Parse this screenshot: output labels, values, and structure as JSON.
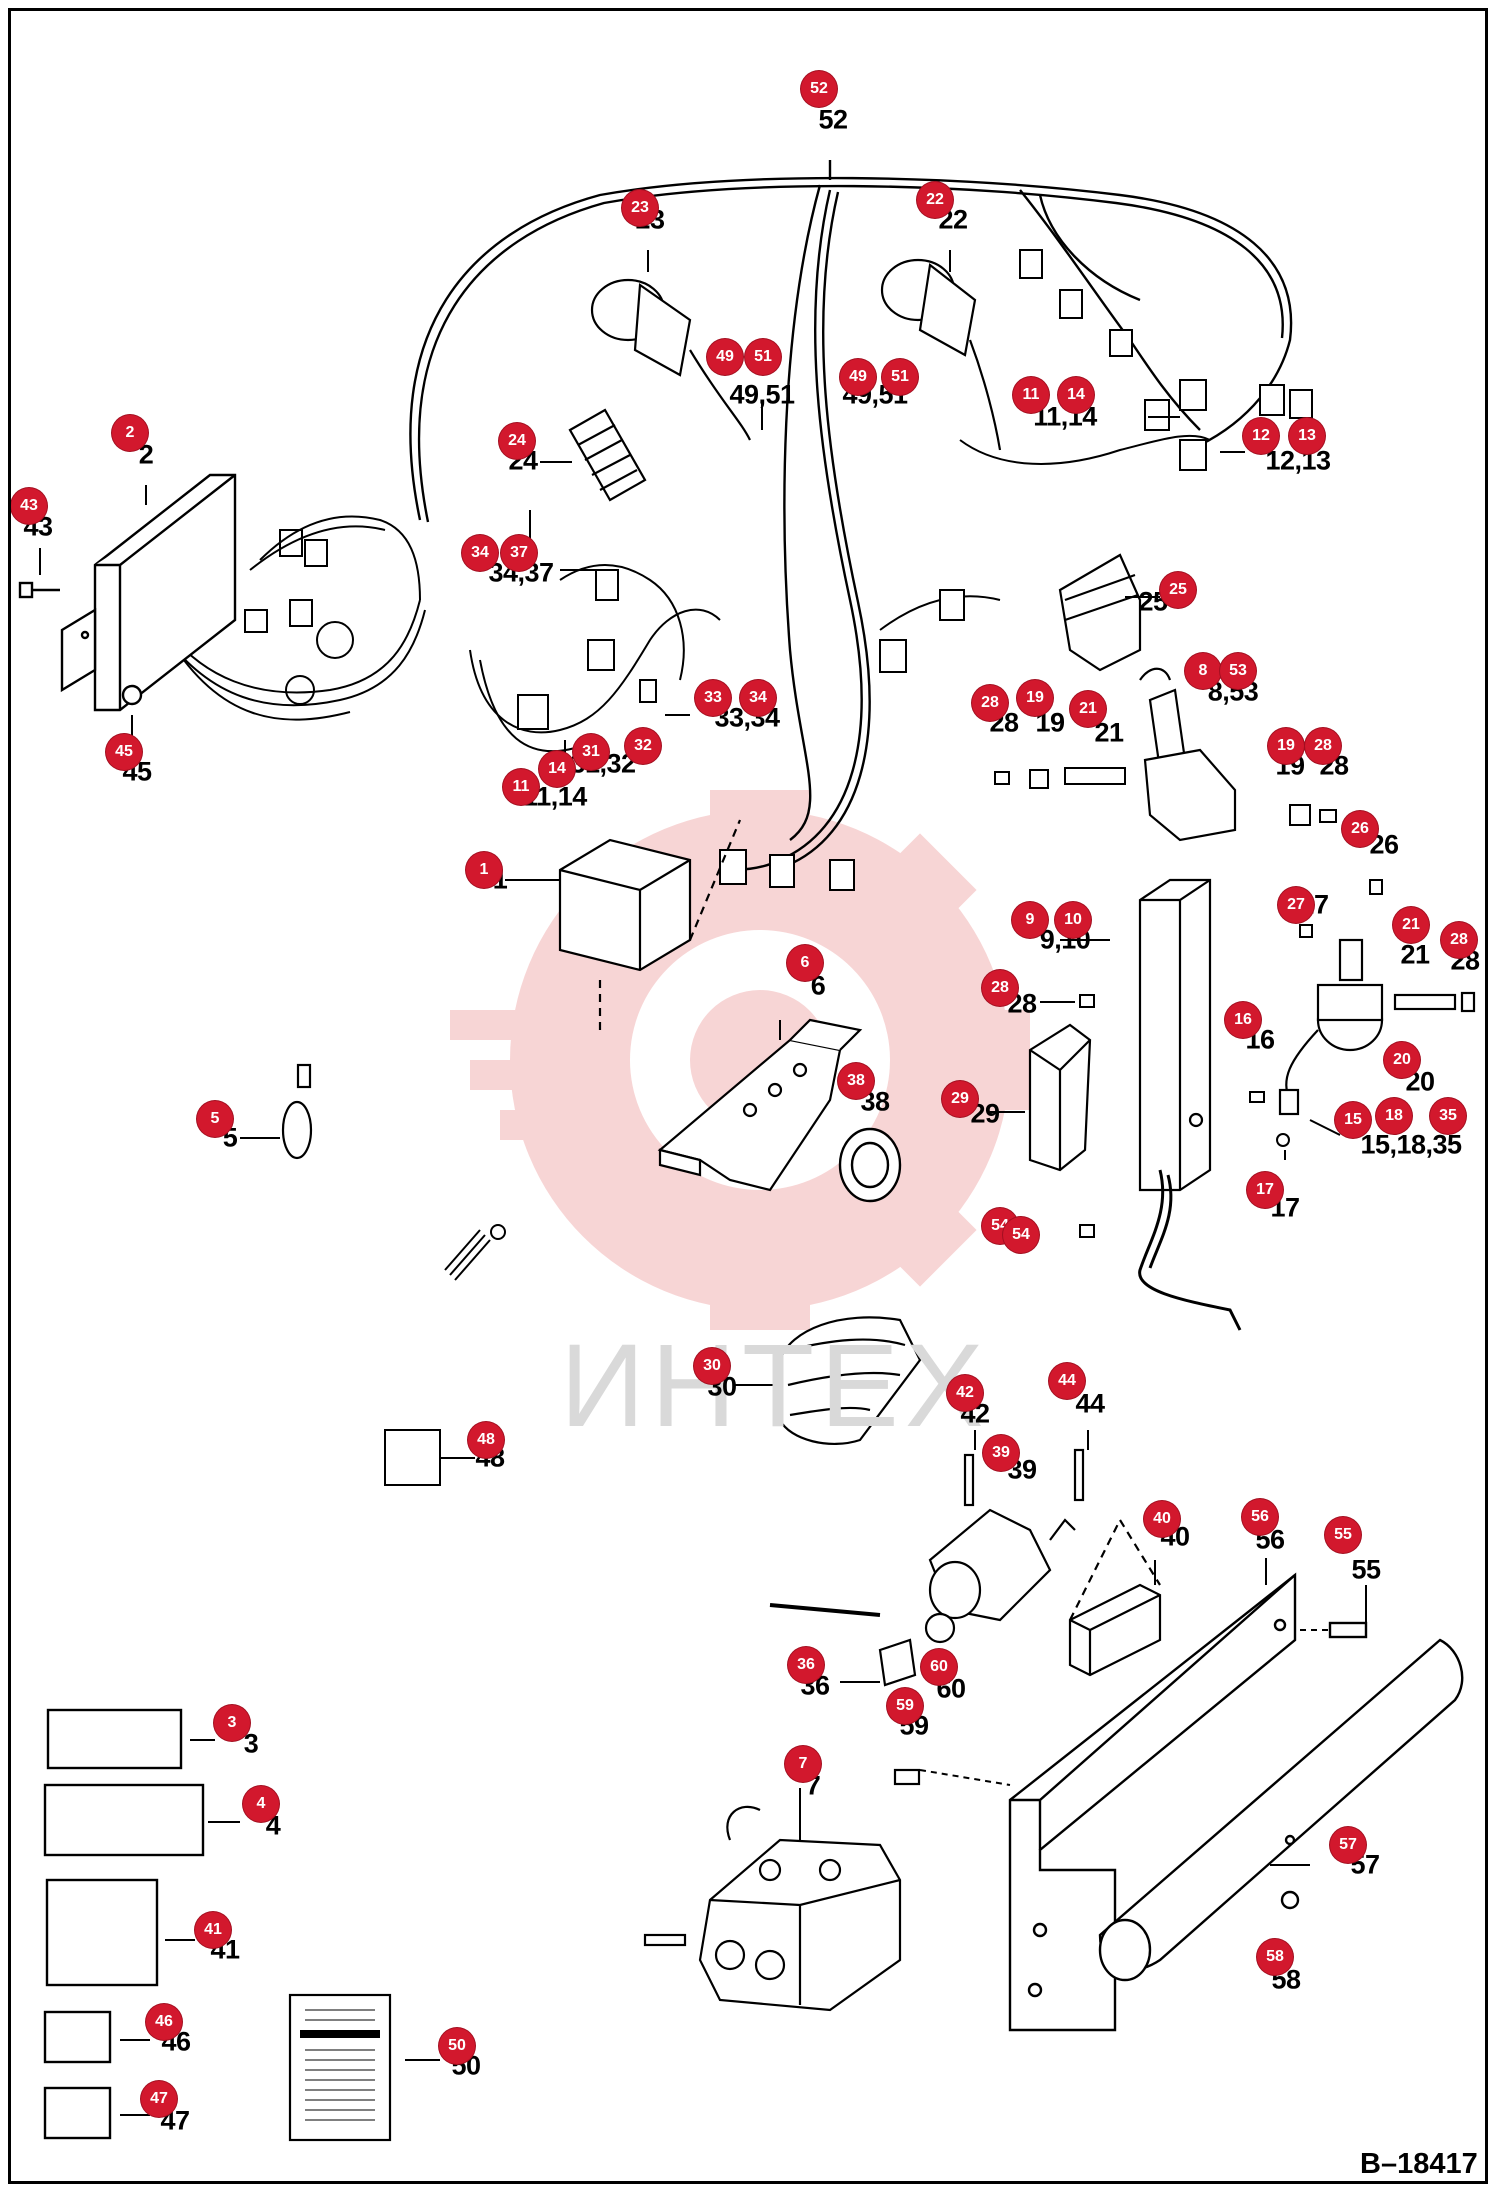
{
  "drawing_number": "B–18417",
  "watermark_text": "ИНТЕХ",
  "colors": {
    "callout": "#d2182d",
    "line": "#000000",
    "watermark": "#f6d0d0"
  },
  "callouts": [
    {
      "n": "52"
    },
    {
      "n": "23"
    },
    {
      "n": "22"
    },
    {
      "n": "49"
    },
    {
      "n": "51"
    },
    {
      "n": "49"
    },
    {
      "n": "51"
    },
    {
      "n": "2"
    },
    {
      "n": "43"
    },
    {
      "n": "24"
    },
    {
      "n": "11"
    },
    {
      "n": "14"
    },
    {
      "n": "12"
    },
    {
      "n": "13"
    },
    {
      "n": "34"
    },
    {
      "n": "37"
    },
    {
      "n": "25"
    },
    {
      "n": "8"
    },
    {
      "n": "53"
    },
    {
      "n": "33"
    },
    {
      "n": "34"
    },
    {
      "n": "28"
    },
    {
      "n": "19"
    },
    {
      "n": "21"
    },
    {
      "n": "31"
    },
    {
      "n": "32"
    },
    {
      "n": "45"
    },
    {
      "n": "11"
    },
    {
      "n": "14"
    },
    {
      "n": "19"
    },
    {
      "n": "28"
    },
    {
      "n": "26"
    },
    {
      "n": "1"
    },
    {
      "n": "9"
    },
    {
      "n": "10"
    },
    {
      "n": "27"
    },
    {
      "n": "21"
    },
    {
      "n": "28"
    },
    {
      "n": "6"
    },
    {
      "n": "28"
    },
    {
      "n": "16"
    },
    {
      "n": "20"
    },
    {
      "n": "38"
    },
    {
      "n": "29"
    },
    {
      "n": "5"
    },
    {
      "n": "15"
    },
    {
      "n": "18"
    },
    {
      "n": "35"
    },
    {
      "n": "17"
    },
    {
      "n": "54"
    },
    {
      "n": "54"
    },
    {
      "n": "30"
    },
    {
      "n": "42"
    },
    {
      "n": "44"
    },
    {
      "n": "48"
    },
    {
      "n": "39"
    },
    {
      "n": "40"
    },
    {
      "n": "56"
    },
    {
      "n": "55"
    },
    {
      "n": "36"
    },
    {
      "n": "60"
    },
    {
      "n": "59"
    },
    {
      "n": "3"
    },
    {
      "n": "7"
    },
    {
      "n": "4"
    },
    {
      "n": "57"
    },
    {
      "n": "41"
    },
    {
      "n": "58"
    },
    {
      "n": "46"
    },
    {
      "n": "50"
    },
    {
      "n": "47"
    }
  ],
  "labels": [
    {
      "t": "52"
    },
    {
      "t": "23"
    },
    {
      "t": "22"
    },
    {
      "t": "49,51"
    },
    {
      "t": "49,51"
    },
    {
      "t": "2"
    },
    {
      "t": "43"
    },
    {
      "t": "24"
    },
    {
      "t": "11,14"
    },
    {
      "t": "12,13"
    },
    {
      "t": "34,37"
    },
    {
      "t": "25"
    },
    {
      "t": "8,53"
    },
    {
      "t": "33,34"
    },
    {
      "t": "28"
    },
    {
      "t": "19"
    },
    {
      "t": "21"
    },
    {
      "t": "31,32"
    },
    {
      "t": "45"
    },
    {
      "t": "11,14"
    },
    {
      "t": "19"
    },
    {
      "t": "28"
    },
    {
      "t": "26"
    },
    {
      "t": "1"
    },
    {
      "t": "9,10"
    },
    {
      "t": "27"
    },
    {
      "t": "21"
    },
    {
      "t": "28"
    },
    {
      "t": "6"
    },
    {
      "t": "28"
    },
    {
      "t": "16"
    },
    {
      "t": "20"
    },
    {
      "t": "38"
    },
    {
      "t": "29"
    },
    {
      "t": "5"
    },
    {
      "t": "15,18,35"
    },
    {
      "t": "17"
    },
    {
      "t": "54"
    },
    {
      "t": "30"
    },
    {
      "t": "42"
    },
    {
      "t": "44"
    },
    {
      "t": "48"
    },
    {
      "t": "39"
    },
    {
      "t": "40"
    },
    {
      "t": "56"
    },
    {
      "t": "55"
    },
    {
      "t": "36"
    },
    {
      "t": "60"
    },
    {
      "t": "59"
    },
    {
      "t": "3"
    },
    {
      "t": "7"
    },
    {
      "t": "4"
    },
    {
      "t": "57"
    },
    {
      "t": "41"
    },
    {
      "t": "58"
    },
    {
      "t": "46"
    },
    {
      "t": "50"
    },
    {
      "t": "47"
    }
  ]
}
